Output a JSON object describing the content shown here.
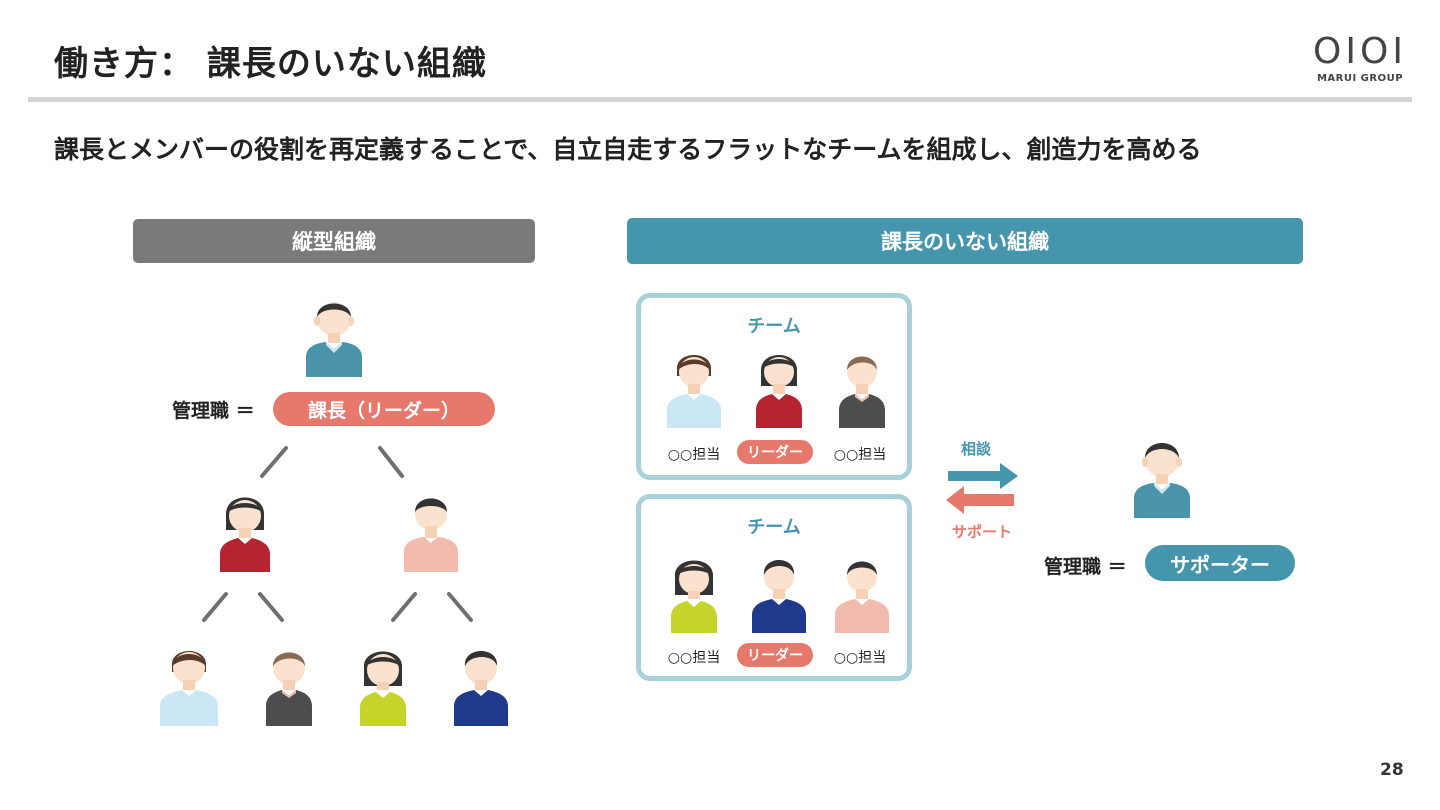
{
  "header": {
    "title": "働き方： 課長のいない組織",
    "logo_mark": "OIOI",
    "logo_text": "MARUI GROUP"
  },
  "subtitle": "課長とメンバーの役割を再定義することで、自立自走するフラットなチームを組成し、創造力を高める",
  "left": {
    "header": "縦型組織",
    "manager_label": "管理職 ＝",
    "manager_role": "課長（リーダー）"
  },
  "right": {
    "header": "課長のいない組織",
    "teams": [
      {
        "title": "チーム",
        "roles": [
          "○○担当",
          "リーダー",
          "○○担当"
        ]
      },
      {
        "title": "チーム",
        "roles": [
          "○○担当",
          "リーダー",
          "○○担当"
        ]
      }
    ],
    "arrow_right_label": "相談",
    "arrow_left_label": "サポート",
    "manager_label": "管理職 ＝",
    "manager_role": "サポーター"
  },
  "page_number": "28",
  "colors": {
    "teal": "#4596ad",
    "coral": "#e6796b",
    "gray_header": "#7a7a7a",
    "team_border": "#a8d1d9"
  }
}
